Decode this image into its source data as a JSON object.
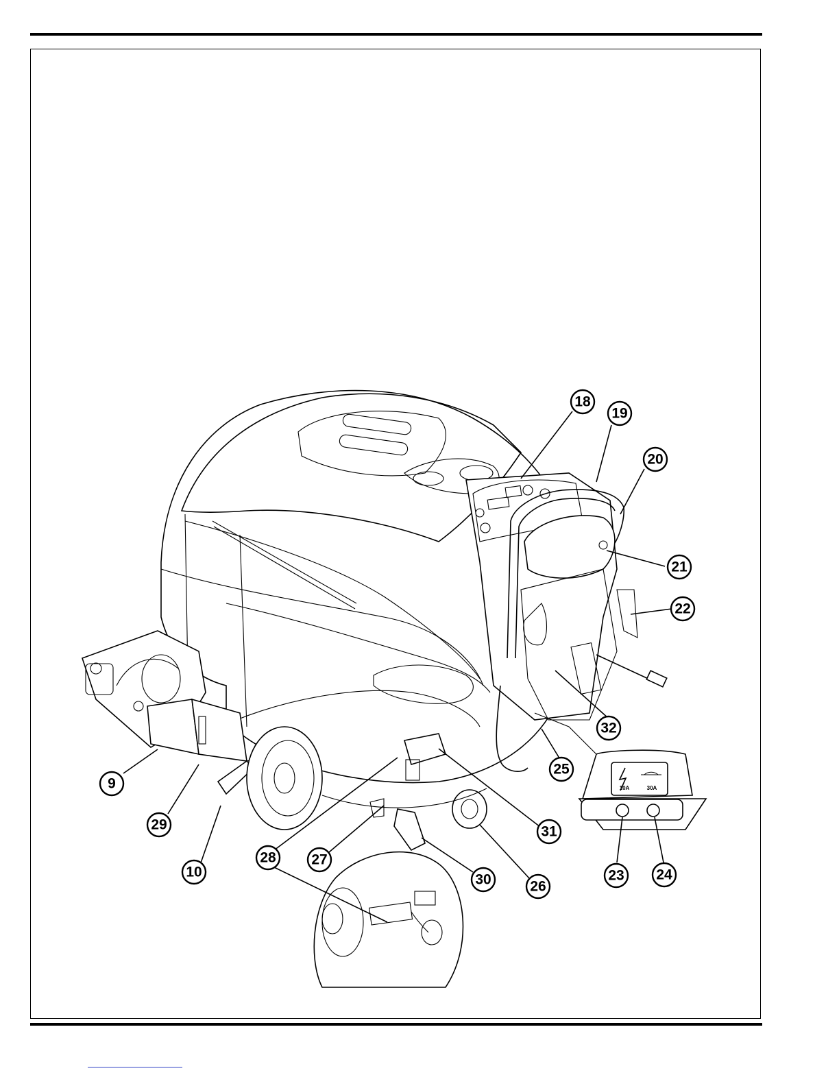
{
  "callouts": [
    {
      "id": "c9",
      "label": "9"
    },
    {
      "id": "c10",
      "label": "10"
    },
    {
      "id": "c18",
      "label": "18"
    },
    {
      "id": "c19",
      "label": "19"
    },
    {
      "id": "c20",
      "label": "20"
    },
    {
      "id": "c21",
      "label": "21"
    },
    {
      "id": "c22",
      "label": "22"
    },
    {
      "id": "c23",
      "label": "23"
    },
    {
      "id": "c24",
      "label": "24"
    },
    {
      "id": "c25",
      "label": "25"
    },
    {
      "id": "c26",
      "label": "26"
    },
    {
      "id": "c27",
      "label": "27"
    },
    {
      "id": "c28",
      "label": "28"
    },
    {
      "id": "c29",
      "label": "29"
    },
    {
      "id": "c30",
      "label": "30"
    },
    {
      "id": "c31",
      "label": "31"
    },
    {
      "id": "c32",
      "label": "32"
    }
  ],
  "breaker_panel": {
    "left_rating": "10A",
    "right_rating": "30A"
  },
  "colors": {
    "ink": "#000000",
    "paper": "#ffffff",
    "footer_link": "#2b3fc4"
  }
}
